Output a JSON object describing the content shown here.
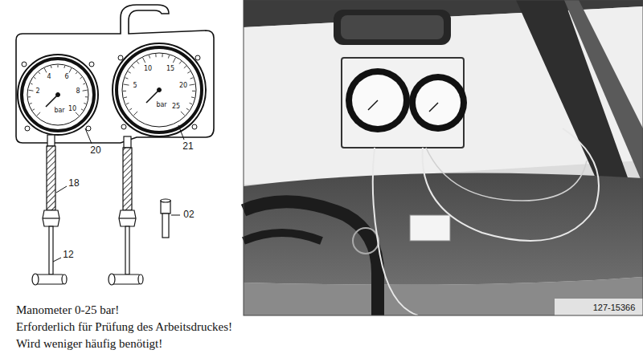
{
  "diagram": {
    "labels": [
      "bar",
      "2",
      "4",
      "6",
      "8",
      "10",
      "bar",
      "5",
      "10",
      "15",
      "20",
      "25",
      "20",
      "21",
      "18",
      "12",
      "02",
      "127-15366",
      "Manometer 0-25 bar!",
      "Erforderlich für Prüfung des Arbeitsdruckes!",
      "Wird weniger häufig benötigt!"
    ]
  }
}
